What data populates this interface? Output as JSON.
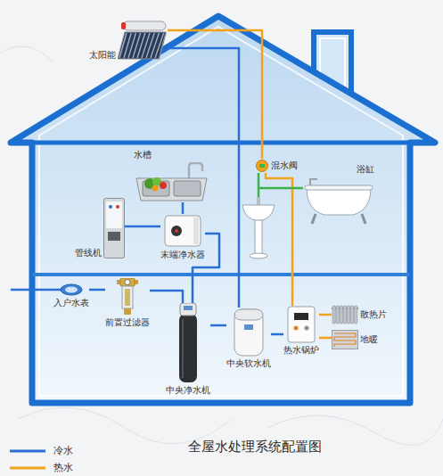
{
  "diagram": {
    "caption": "全屋水处理系统配置图",
    "nodes": [
      {
        "text": [
          "太阳能"
        ]
      },
      {
        "text": [
          "水槽"
        ]
      },
      {
        "text": [
          "混水阀"
        ]
      },
      {
        "text": [
          "浴缸"
        ]
      },
      {
        "text": [
          "管线机"
        ]
      },
      {
        "text": [
          "末端净水器"
        ]
      },
      {
        "text": [
          "入户水表"
        ]
      },
      {
        "text": [
          "散热片"
        ]
      },
      {
        "text": [
          "前置过滤器"
        ]
      },
      {
        "text": [
          "地暖"
        ]
      },
      {
        "text": [
          "热水锅炉"
        ]
      },
      {
        "text": [
          "中央软水机"
        ]
      },
      {
        "text": [
          "中央净水机"
        ]
      }
    ],
    "edges": [
      {
        "from": 6,
        "to": 8,
        "arrow": "none"
      },
      {
        "from": 8,
        "to": 12,
        "arrow": "none"
      },
      {
        "from": 12,
        "to": 11,
        "arrow": "none"
      },
      {
        "from": 12,
        "to": 5,
        "arrow": "none"
      },
      {
        "from": 5,
        "to": 4,
        "arrow": "none"
      },
      {
        "from": 5,
        "to": 1,
        "arrow": "none"
      },
      {
        "from": 11,
        "to": 0,
        "arrow": "none"
      },
      {
        "from": 11,
        "to": 10,
        "arrow": "none"
      },
      {
        "from": 0,
        "to": 2,
        "arrow": "none"
      },
      {
        "from": 2,
        "to": 10,
        "arrow": "none"
      },
      {
        "from": 2,
        "to": 3,
        "arrow": "none"
      },
      {
        "from": 10,
        "to": 7,
        "arrow": "none"
      },
      {
        "from": 10,
        "to": 9,
        "arrow": "none"
      }
    ],
    "legend": [
      {
        "text": "冷水"
      },
      {
        "text": "热水"
      }
    ]
  }
}
